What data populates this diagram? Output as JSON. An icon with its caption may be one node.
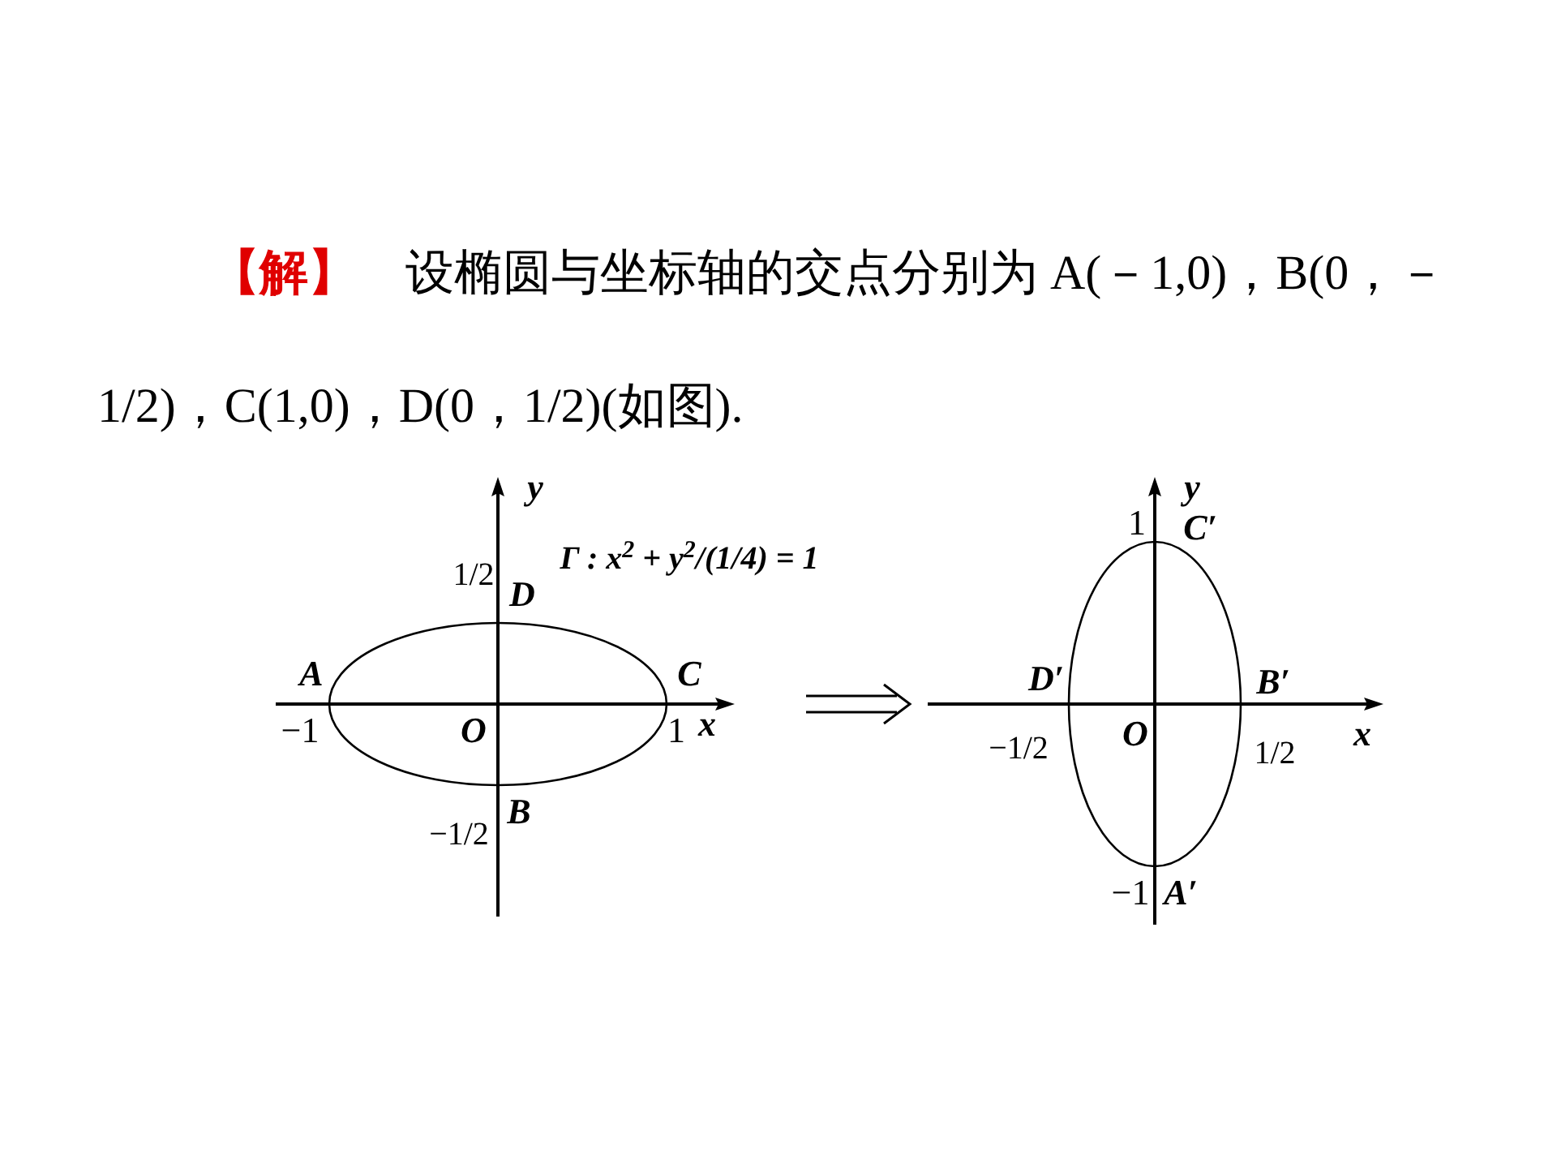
{
  "diagram": {
    "nodes": [
      {
        "text": [],
        "shape": "picture"
      },
      {
        "text": [],
        "shape": "picture"
      }
    ],
    "edges": [
      {
        "from": 0,
        "to": 1,
        "arrow": "to"
      }
    ],
    "labels": [
      "【解】",
      "设椭圆与坐标轴的交点分别为 A(－1,0)，B(0，－1/2)，C(1,0)，D(0，1/2)(如图).",
      "y",
      "1/2",
      "D",
      "Γ : x$^{2}$ + y$^{2}$/(1/4) = 1",
      "A",
      "C",
      "−1",
      "O",
      "1",
      "x",
      "−1/2",
      "B",
      "y",
      "1",
      "C′",
      "D′",
      "B′",
      "O",
      "x",
      "−1/2",
      "1/2",
      "−1",
      "A′"
    ]
  }
}
